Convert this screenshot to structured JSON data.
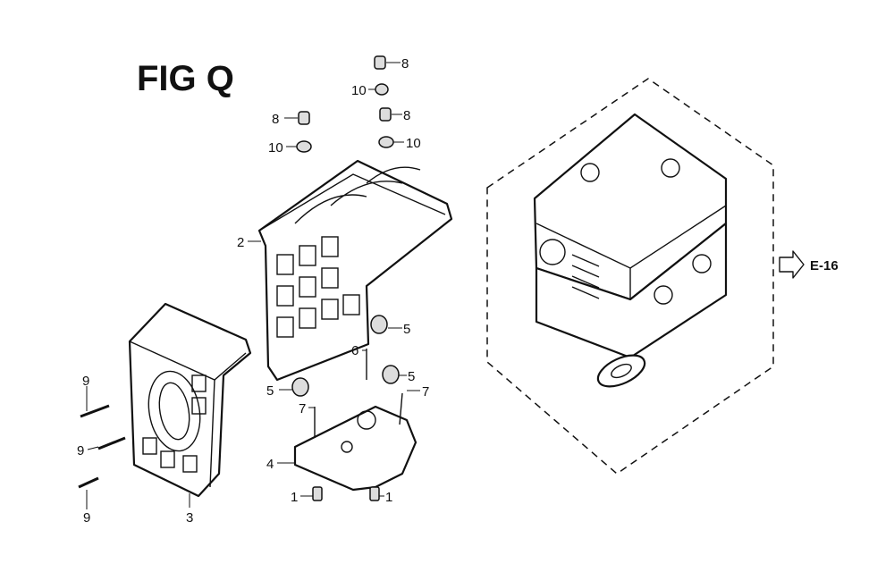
{
  "figure": {
    "title": "FIG Q",
    "reference": "E-16"
  },
  "callouts": {
    "nut_top": "8",
    "washer_top": "10",
    "nut_left": "8",
    "nut_right": "8",
    "washer_left": "10",
    "washer_right": "10",
    "bracket_upper": "2",
    "grommet_a": "5",
    "bolt_center": "6",
    "grommet_b": "5",
    "grommet_c": "5",
    "screw_left": "7",
    "screw_right": "7",
    "plate": "4",
    "collar_left": "1",
    "collar_right": "1",
    "bolt_top": "9",
    "bolt_mid": "9",
    "bolt_bottom": "9",
    "bracket_lower": "3"
  }
}
